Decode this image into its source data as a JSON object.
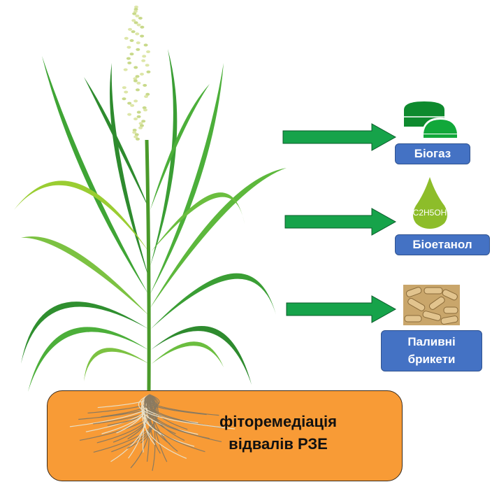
{
  "title": "Phytoremediation of REE dumps and bioenergy products",
  "source": {
    "label_line1": "фіторемедіація",
    "label_line2": "відвалів РЗЕ"
  },
  "products": [
    {
      "label": "Біогаз",
      "icon": "biogas-domes-icon"
    },
    {
      "label": "Біоетанол",
      "icon": "ethanol-drop-icon",
      "formula": "C2H5OH"
    },
    {
      "label_line1": "Паливні",
      "label_line2": "брикети",
      "icon": "fuel-pellets-icon"
    }
  ],
  "colors": {
    "arrow": "#16A34A",
    "label_bg": "#4472C4",
    "soil": "#F89B36",
    "leaf": "#3FA535"
  }
}
